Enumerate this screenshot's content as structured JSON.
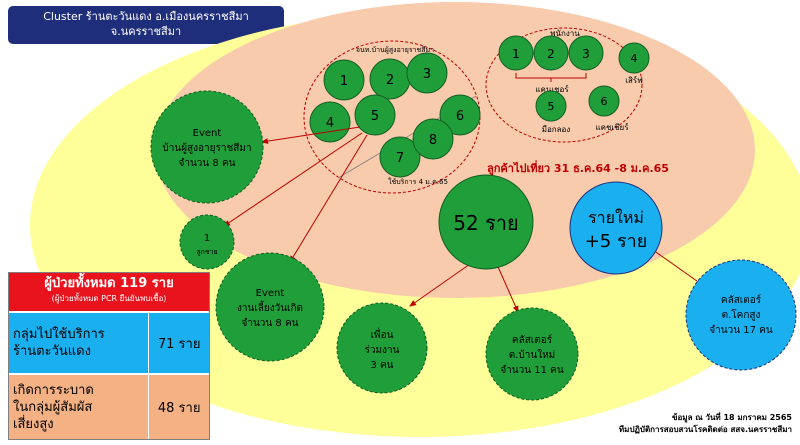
{
  "title": {
    "line1": "Cluster ร้านตะวันแดง อ.เมืองนครราชสีมา",
    "line2": "จ.นครราชสีมา"
  },
  "clusters": {
    "employees_label": "พนักงาน",
    "cashier_label": "แคนเชอร์",
    "serve_label": "เสิร์ฟ",
    "cook_label": "มือกลอง",
    "cashier2_label": "แคชเชียร์",
    "elder_home_label": "จนท.บ้านผู้สูงอายุราชสีมา",
    "service_date": "ใช้บริการ 4 ม.ค.65",
    "customers_label": "ลูกค้าไปเที่ยว 31 ธ.ค.64 -8 ม.ค.65"
  },
  "node_numbers": {
    "e1": "1",
    "e2": "2",
    "e3": "3",
    "e4": "4",
    "e5": "5",
    "e6": "6",
    "h1": "1",
    "h2": "2",
    "h3": "3",
    "h4": "4",
    "h5": "5",
    "h6": "6",
    "h7": "7",
    "h8": "8"
  },
  "nodes": {
    "event_elder": {
      "line1": "Event",
      "line2": "บ้านผู้สูงอายุราชสีมา",
      "line3": "จำนวน 8 คน"
    },
    "son": {
      "line1": "1",
      "line2": "ลูกชาย"
    },
    "event_birthday": {
      "line1": "Event",
      "line2": "งานเลี้ยงวันเกิด",
      "line3": "จำนวน 8 คน"
    },
    "cases52": {
      "text": "52 ราย"
    },
    "new_cases": {
      "line1": "รายใหม่",
      "line2": "+5 ราย"
    },
    "coworkers": {
      "line1": "เพื่อน",
      "line2": "ร่วมงาน",
      "line3": "3 คน"
    },
    "cluster_banmai": {
      "line1": "คลัสเตอร์",
      "line2": "ต.บ้านใหม่",
      "line3": "จำนวน 11 คน"
    },
    "cluster_khoksung": {
      "line1": "คลัสเตอร์",
      "line2": "ต.โคกสูง",
      "line3": "จำนวน 17 คน"
    }
  },
  "stats": {
    "total_main": "ผู้ป่วยทั้งหมด 119 ราย",
    "total_sub": "(ผู้ป่วยทั้งหมด PCR ยืนยันพบเชื้อ)",
    "row1_label_a": "กลุ่มไปใช้บริการ",
    "row1_label_b": "ร้านตะวันแดง",
    "row1_value": "71 ราย",
    "row2_label_a": "เกิดการระบาด",
    "row2_label_b": "ในกลุ่มผู้สัมผัส",
    "row2_label_c": "เสี่ยงสูง",
    "row2_value": "48 ราย"
  },
  "footnote": {
    "line1": "ข้อมูล ณ วันที่ 18 มกราคม 2565",
    "line2": "ทีมปฏิบัติการสอบสวนโรคติดต่อ สสจ.นครราชสีมา"
  },
  "colors": {
    "yellow_bg": "#ffff99",
    "peach_bg": "#f8cbad",
    "green_node": "#1f9e3a",
    "blue_node": "#1ab0f0",
    "red_arrow": "#c00000",
    "title_bg": "#1f2e7a"
  }
}
